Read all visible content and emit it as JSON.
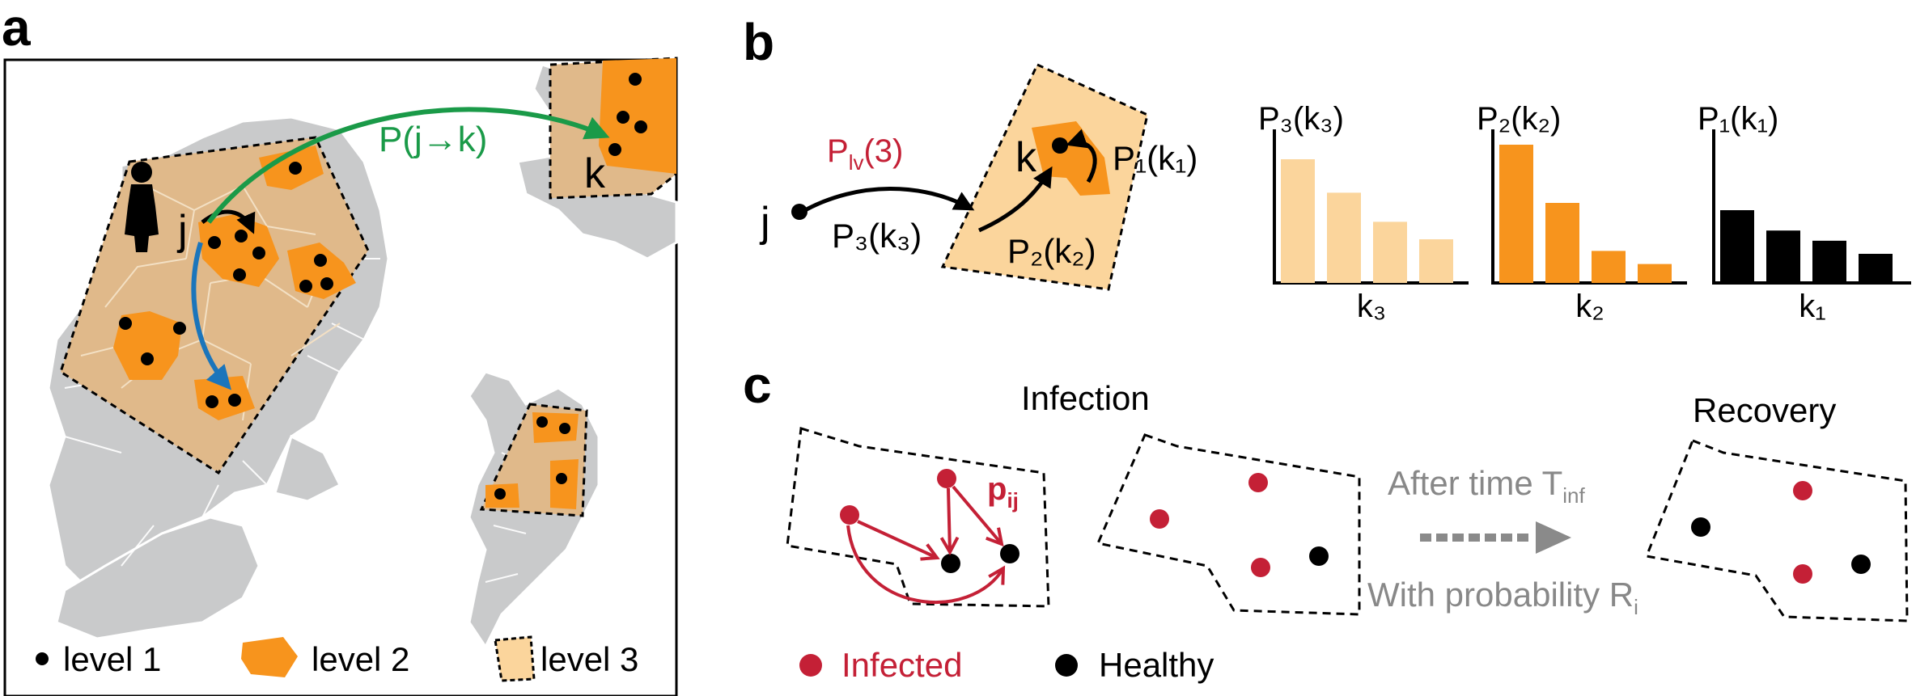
{
  "panel_labels": {
    "a": "a",
    "b": "b",
    "c": "c"
  },
  "colors": {
    "region_fill": "#e0b98a",
    "light_fill": "#fbd59c",
    "orange": "#f7941d",
    "gray_map": "#c9cacb",
    "green": "#1a9a48",
    "blue": "#1b75bb",
    "red": "#c42036",
    "black": "#000000",
    "gray_text": "#8a8a8a"
  },
  "panel_a": {
    "node_j": "j",
    "node_k": "k",
    "arrow_label": "P(j→k)",
    "legend": {
      "level1": "level 1",
      "level2": "level 2",
      "level3": "level 3"
    }
  },
  "panel_b": {
    "node_j": "j",
    "node_k": "k",
    "plv": "P",
    "plv_sub": "lv",
    "plv_arg": "(3)",
    "p3k3": "P₃(k₃)",
    "p2k2": "P₂(k₂)",
    "p1k1": "P₁(k₁)",
    "chart_titles": [
      "P₃(k₃)",
      "P₂(k₂)",
      "P₁(k₁)"
    ],
    "chart_xlabels": [
      "k₃",
      "k₂",
      "k₁"
    ]
  },
  "chart_data": [
    {
      "type": "bar",
      "title": "P₃(k₃)",
      "xlabel": "k₃",
      "values": [
        0.85,
        0.62,
        0.42,
        0.3
      ],
      "color": "#fbd59c"
    },
    {
      "type": "bar",
      "title": "P₂(k₂)",
      "xlabel": "k₂",
      "values": [
        0.95,
        0.55,
        0.22,
        0.13
      ],
      "color": "#f7941d"
    },
    {
      "type": "bar",
      "title": "P₁(k₁)",
      "xlabel": "k₁",
      "values": [
        0.5,
        0.36,
        0.29,
        0.2
      ],
      "color": "#000000"
    }
  ],
  "panel_c": {
    "infection_title": "Infection",
    "recovery_title": "Recovery",
    "pij": "p",
    "pij_sub": "ij",
    "after_time": "After time T",
    "after_time_sub": "inf",
    "with_prob": "With probability R",
    "with_prob_sub": "i",
    "legend_infected": "Infected",
    "legend_healthy": "Healthy"
  }
}
